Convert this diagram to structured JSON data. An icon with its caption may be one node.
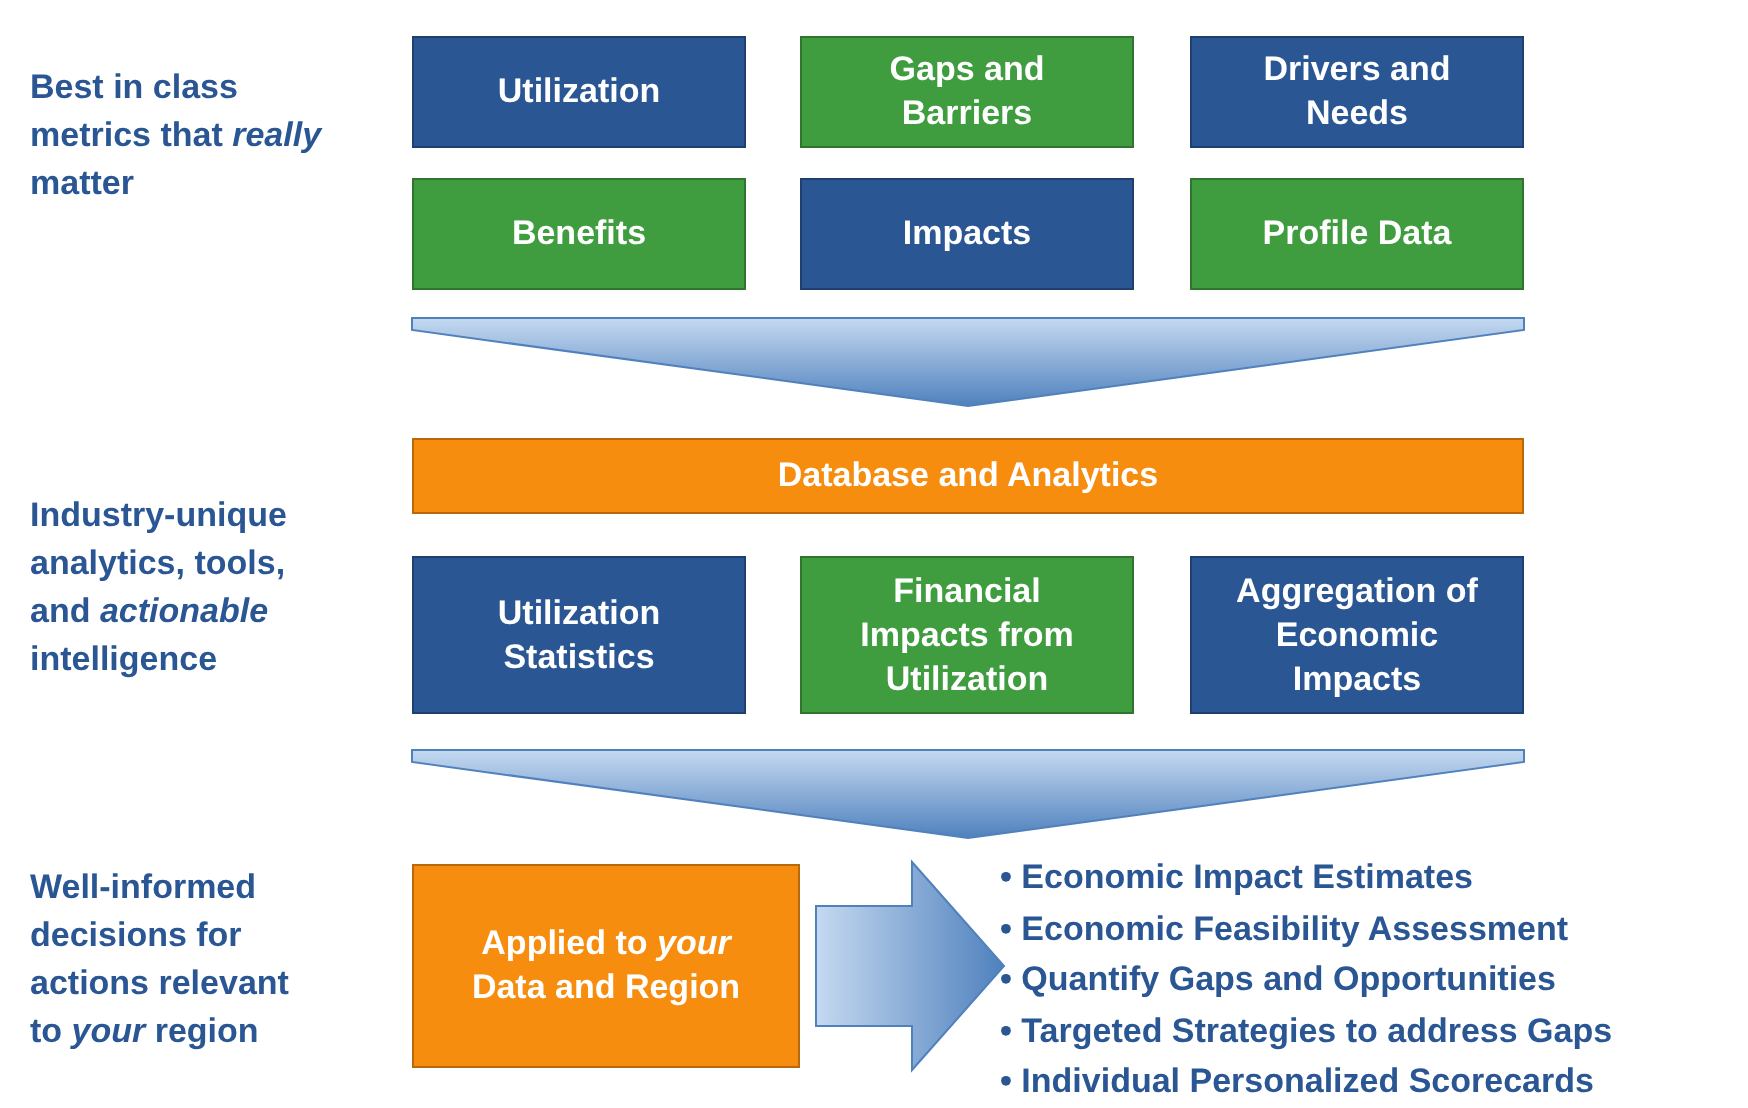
{
  "diagram": {
    "nodes": [
      {
        "text": [
          "Utilization"
        ]
      },
      {
        "text": [
          "Gaps and Barriers"
        ]
      },
      {
        "text": [
          "Drivers and Needs"
        ]
      },
      {
        "text": [
          "Benefits"
        ]
      },
      {
        "text": [
          "Impacts"
        ]
      },
      {
        "text": [
          "Profile Data"
        ]
      },
      {
        "text": [
          "Database and Analytics"
        ]
      },
      {
        "text": [
          "Utilization Statistics"
        ]
      },
      {
        "text": [
          "Financial Impacts from Utilization"
        ]
      },
      {
        "text": [
          "Aggregation of Economic Impacts"
        ]
      },
      {
        "text": [
          "Applied to *your* Data and Region"
        ]
      },
      {
        "text": [
          "• Economic Impact Estimates",
          "• Economic Feasibility Assessment",
          "• Quantify Gaps and Opportunities",
          "• Targeted Strategies to address Gaps",
          "• Individual Personalized Scorecards"
        ]
      }
    ],
    "edges": [
      {
        "from": null,
        "to": 6,
        "arrow": "to"
      },
      {
        "from": 8,
        "to": null,
        "arrow": "to"
      },
      {
        "from": 10,
        "to": 11,
        "arrow": "to"
      }
    ],
    "labels": [
      "Best in class metrics that *really* matter",
      "Industry-unique analytics, tools, and *actionable* intelligence",
      "Well-informed decisions for actions relevant to *your* region"
    ]
  }
}
